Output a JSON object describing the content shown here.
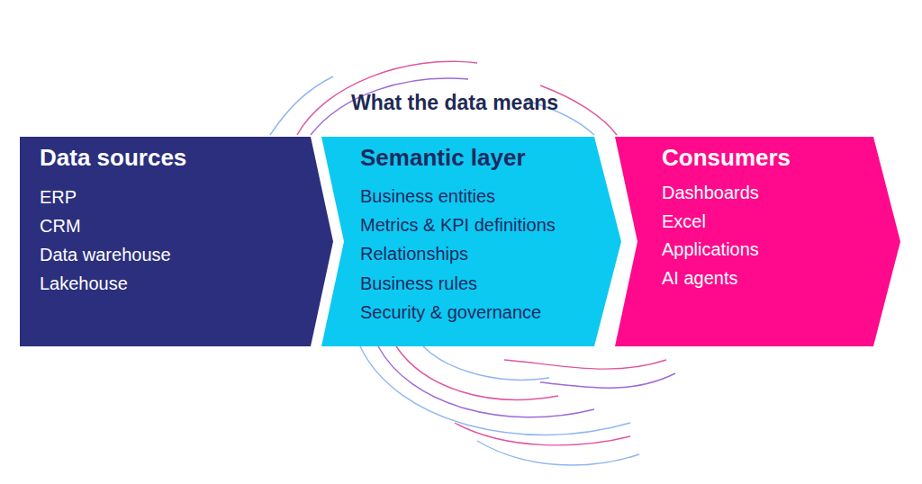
{
  "diagram": {
    "title": "What the data means",
    "nodes": [
      {
        "text": [
          "Data sources",
          "ERP",
          "CRM",
          "Data warehouse",
          "Lakehouse"
        ]
      },
      {
        "text": [
          "Semantic layer",
          "Business entities",
          "Metrics & KPI definitions",
          "Relationships",
          "Business rules",
          "Security & governance"
        ]
      },
      {
        "text": [
          "Consumers",
          "Dashboards",
          "Excel",
          "Applications",
          "AI agents"
        ]
      }
    ]
  }
}
